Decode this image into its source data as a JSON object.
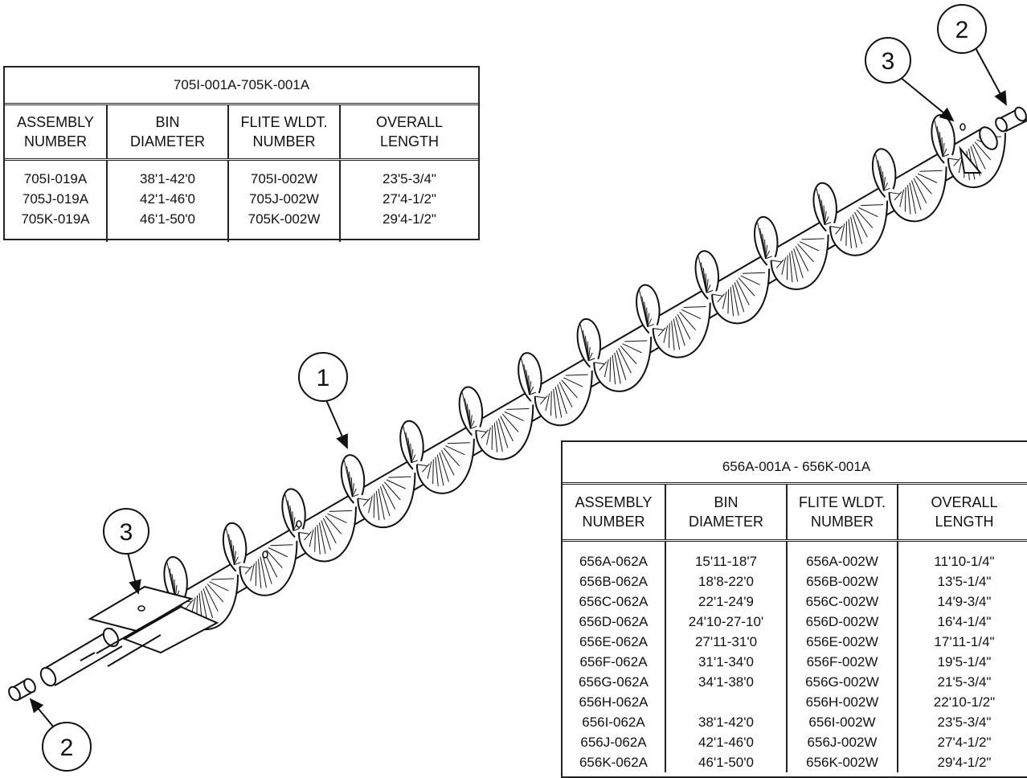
{
  "table_top": {
    "title": "705I-001A-705K-001A",
    "headers": [
      "ASSEMBLY\nNUMBER",
      "BIN\nDIAMETER",
      "FLITE WLDT.\nNUMBER",
      "OVERALL\nLENGTH"
    ],
    "columns": [
      [
        "705I-019A",
        "705J-019A",
        "705K-019A"
      ],
      [
        "38'1-42'0",
        "42'1-46'0",
        "46'1-50'0"
      ],
      [
        "705I-002W",
        "705J-002W",
        "705K-002W"
      ],
      [
        "23'5-3/4\"",
        "27'4-1/2\"",
        "29'4-1/2\""
      ]
    ]
  },
  "table_bottom": {
    "title": "656A-001A - 656K-001A",
    "headers": [
      "ASSEMBLY\nNUMBER",
      "BIN\nDIAMETER",
      "FLITE WLDT.\nNUMBER",
      "OVERALL\nLENGTH"
    ],
    "columns": [
      [
        "656A-062A",
        "656B-062A",
        "656C-062A",
        "656D-062A",
        "656E-062A",
        "656F-062A",
        "656G-062A",
        "656H-062A",
        "656I-062A",
        "656J-062A",
        "656K-062A"
      ],
      [
        "15'11-18'7",
        "18'8-22'0",
        "22'1-24'9",
        "24'10-27-10'",
        "27'11-31'0",
        "31'1-34'0",
        "34'1-38'0",
        "",
        "38'1-42'0",
        "42'1-46'0",
        "46'1-50'0"
      ],
      [
        "656A-002W",
        "656B-002W",
        "656C-002W",
        "656D-002W",
        "656E-002W",
        "656F-002W",
        "656G-002W",
        "656H-002W",
        "656I-002W",
        "656J-002W",
        "656K-002W"
      ],
      [
        "11'10-1/4\"",
        "13'5-1/4\"",
        "14'9-3/4\"",
        "16'4-1/4\"",
        "17'11-1/4\"",
        "19'5-1/4\"",
        "21'5-3/4\"",
        "22'10-1/2\"",
        "23'5-3/4\"",
        "27'4-1/2\"",
        "29'4-1/2\""
      ]
    ]
  },
  "callouts": {
    "flight": "1",
    "bushing_top": "2",
    "bushing_bottom": "2",
    "bolt_top": "3",
    "bolt_bottom": "3"
  }
}
